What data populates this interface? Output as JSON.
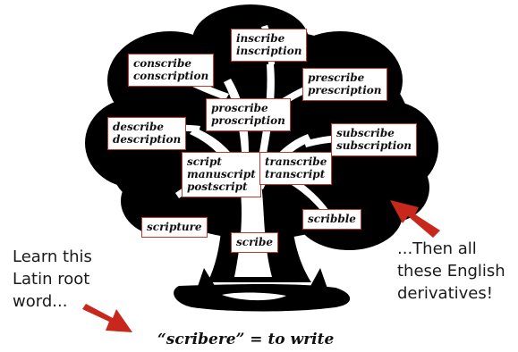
{
  "root": {
    "caption": "“scribere” = to write"
  },
  "left_text": [
    "Learn this",
    "Latin root",
    "word..."
  ],
  "right_text": [
    "...Then all",
    "these English",
    "derivatives!"
  ],
  "words": {
    "inscribe": [
      "inscribe",
      "inscription"
    ],
    "conscribe": [
      "conscribe",
      "conscription"
    ],
    "prescribe": [
      "prescribe",
      "prescription"
    ],
    "proscribe": [
      "proscribe",
      "proscription"
    ],
    "describe": [
      "describe",
      "description"
    ],
    "subscribe": [
      "subscribe",
      "subscription"
    ],
    "script": [
      "script",
      "manuscript",
      "postscript"
    ],
    "transcribe": [
      "transcribe",
      "transcript"
    ],
    "scripture": [
      "scripture"
    ],
    "scribble": [
      "scribble"
    ],
    "scribe": [
      "scribe"
    ]
  },
  "colors": {
    "tree": "#000000",
    "box_border": "#c0392b",
    "arrow": "#c8271b"
  },
  "icons": {
    "tree": "tree-icon",
    "left_arrow": "arrow-right-down-icon",
    "right_arrow": "arrow-left-up-icon"
  }
}
